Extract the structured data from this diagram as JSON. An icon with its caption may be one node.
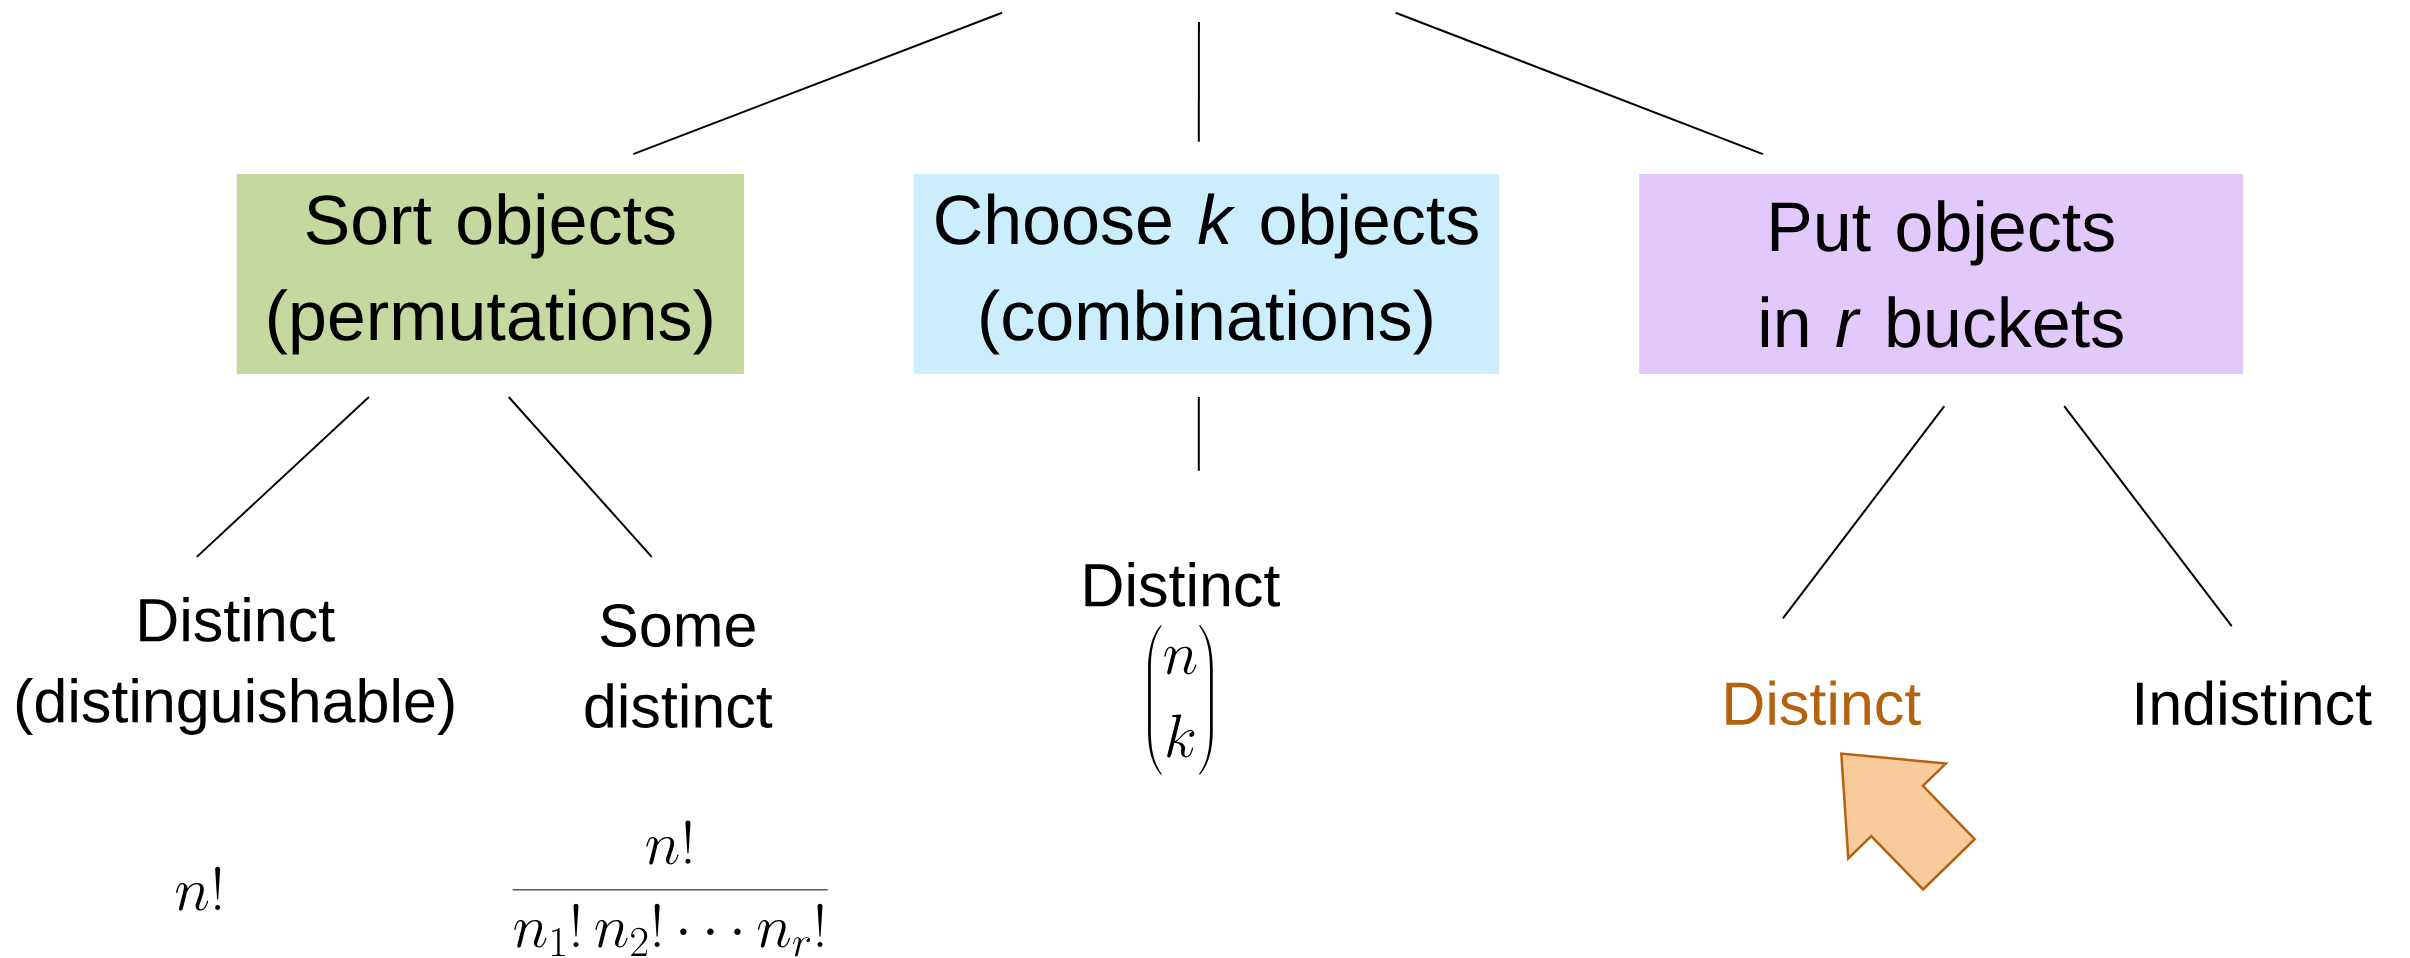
{
  "diagram": {
    "nodes": [
      {
        "text": [
          "Sort objects (permutations)"
        ]
      },
      {
        "text": [
          "Choose *k* objects (combinations)"
        ]
      },
      {
        "text": [
          "Put objects in *r* buckets"
        ]
      },
      {
        "text": [
          "Distinct (distinguishable)"
        ]
      },
      {
        "text": [
          "Some distinct"
        ]
      },
      {
        "text": [
          "Distinct"
        ],
        "beside": [
          "\\binom{n}{k}"
        ]
      },
      {
        "text": [
          "Distinct"
        ]
      },
      {
        "text": [
          "Indistinct"
        ]
      }
    ],
    "edges": [
      {
        "from": null,
        "to": 0,
        "arrow": "none"
      },
      {
        "from": null,
        "to": 1,
        "arrow": "none"
      },
      {
        "from": null,
        "to": 2,
        "arrow": "none"
      },
      {
        "from": 0,
        "to": 3,
        "arrow": "none"
      },
      {
        "from": 0,
        "to": 4,
        "arrow": "none"
      },
      {
        "from": 1,
        "to": 5,
        "arrow": "none"
      },
      {
        "from": 2,
        "to": 6,
        "arrow": "none"
      },
      {
        "from": 2,
        "to": 7,
        "arrow": "none"
      },
      {
        "from": null,
        "to": 6,
        "arrow": "to",
        "style": "thick",
        "color": "#b5620e"
      }
    ],
    "labels": [
      "n!",
      "\\frac{n!}{n_1!\\,n_2!\\cdots n_r!}"
    ]
  }
}
